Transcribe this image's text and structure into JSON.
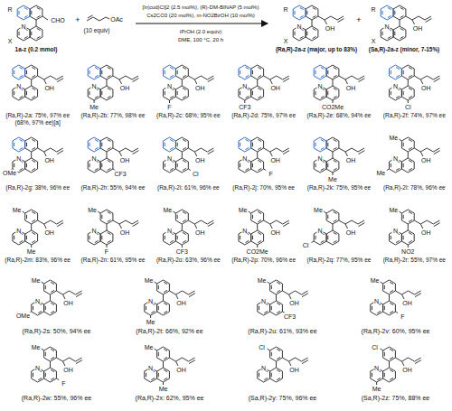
{
  "diagram": {
    "labels": [
      "R",
      "N",
      "X",
      "CHO",
      "1a-z (0.2 mmol)",
      "+",
      "OAc",
      "(10 equiv)",
      "[Ir(cod)Cl]2 (2.5 mol%), (R)-DM-BINAP (5 mol%)",
      "Cs2CO3 (20 mol%), m-NO2BzOH (10 mol%)",
      "iPrOH (2.0 equiv)",
      "DME, 100 °C, 20 h",
      "R",
      "N",
      "X",
      "OH",
      "(Ra,R)-2a-z (major, up to 83%)",
      "+",
      "R",
      "N",
      "X",
      "OH",
      "(Sa,R)-2a-z (minor, 7-15%)",
      "N",
      "OH",
      "(Ra,R)-2a: 75%, 97% ee",
      "(68%, 97% ee)[a]",
      "N",
      "OH",
      "Me",
      "(Ra,R)-2b: 77%, 98% ee",
      "N",
      "OH",
      "F",
      "(Ra,R)-2c: 68%; 95% ee",
      "N",
      "OH",
      "CF3",
      "(Ra,R)-2d: 75%, 97% ee",
      "N",
      "OH",
      "CO2Me",
      "(Ra,R)-2e: 68%, 94% ee",
      "N",
      "OH",
      "Cl",
      "(Ra,R)-2f: 74%, 97% ee",
      "N",
      "OH",
      "OMe",
      "(Ra,R)-2g: 38%, 96% ee",
      "N",
      "OH",
      "CF3",
      "(Ra,R)-2h: 55%, 94% ee",
      "N",
      "OH",
      "Cl",
      "(Ra,R)-2i: 61%, 96% ee",
      "N",
      "OH",
      "F",
      "(Ra,R)-2j: 70%, 95% ee",
      "N",
      "OH",
      "Me",
      "(Ra,R)-2k: 75%, 95% ee",
      "N",
      "OH",
      "Me",
      "Me",
      "(Ra,R)-2l: 78%, 96% ee",
      "N",
      "OH",
      "Me",
      "Me",
      "(Ra,R)-2m: 83%, 96% ee",
      "N",
      "OH",
      "Me",
      "F",
      "(Ra,R)-2n: 61%, 95% ee",
      "N",
      "OH",
      "Me",
      "CF3",
      "(Ra,R)-2o: 63%, 96% ee",
      "N",
      "OH",
      "Me",
      "CO2Me",
      "(Ra,R)-2p: 70%, 96% ee",
      "N",
      "OH",
      "Me",
      "Cl",
      "(Ra,R)-2q: 77%, 95% ee",
      "N",
      "OH",
      "Me",
      "NO2",
      "(Ra,R)-2r: 55%, 97% ee",
      "N",
      "OH",
      "Me",
      "OMe",
      "(Ra,R)-2s: 50%, 94% ee",
      "N",
      "OH",
      "Me",
      "Me",
      "(Ra,R)-2t: 66%, 92% ee",
      "N",
      "OH",
      "Me",
      "CF3",
      "(Ra,R)-2u: 61%, 93% ee",
      "N",
      "OH",
      "Me",
      "F",
      "(Ra,R)-2v: 60%, 95% ee",
      "N",
      "OH",
      "Me",
      "F",
      "(Ra,R)-2w: 55%, 96% ee",
      "N",
      "OH",
      "Me",
      "Me",
      "(Ra,R)-2x: 62%, 95% ee",
      "N",
      "OH",
      "Cl",
      "(Sa,R)-2y: 75%, 96% ee",
      "N",
      "OH",
      "Cl",
      "Me",
      "(Sa,R)-2z: 75%, 88% ee"
    ]
  }
}
